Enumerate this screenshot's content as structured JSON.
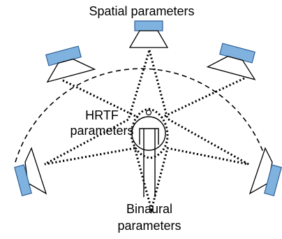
{
  "labels": {
    "top": "Spatial parameters",
    "hrtf_line1": "HRTF",
    "hrtf_line2": "parameters",
    "binaural_line1": "Binaural",
    "binaural_line2": "parameters"
  },
  "colors": {
    "speaker_fill": "#7fb2df",
    "speaker_stroke": "#2f5f97",
    "line": "#000000",
    "background": "#ffffff"
  }
}
